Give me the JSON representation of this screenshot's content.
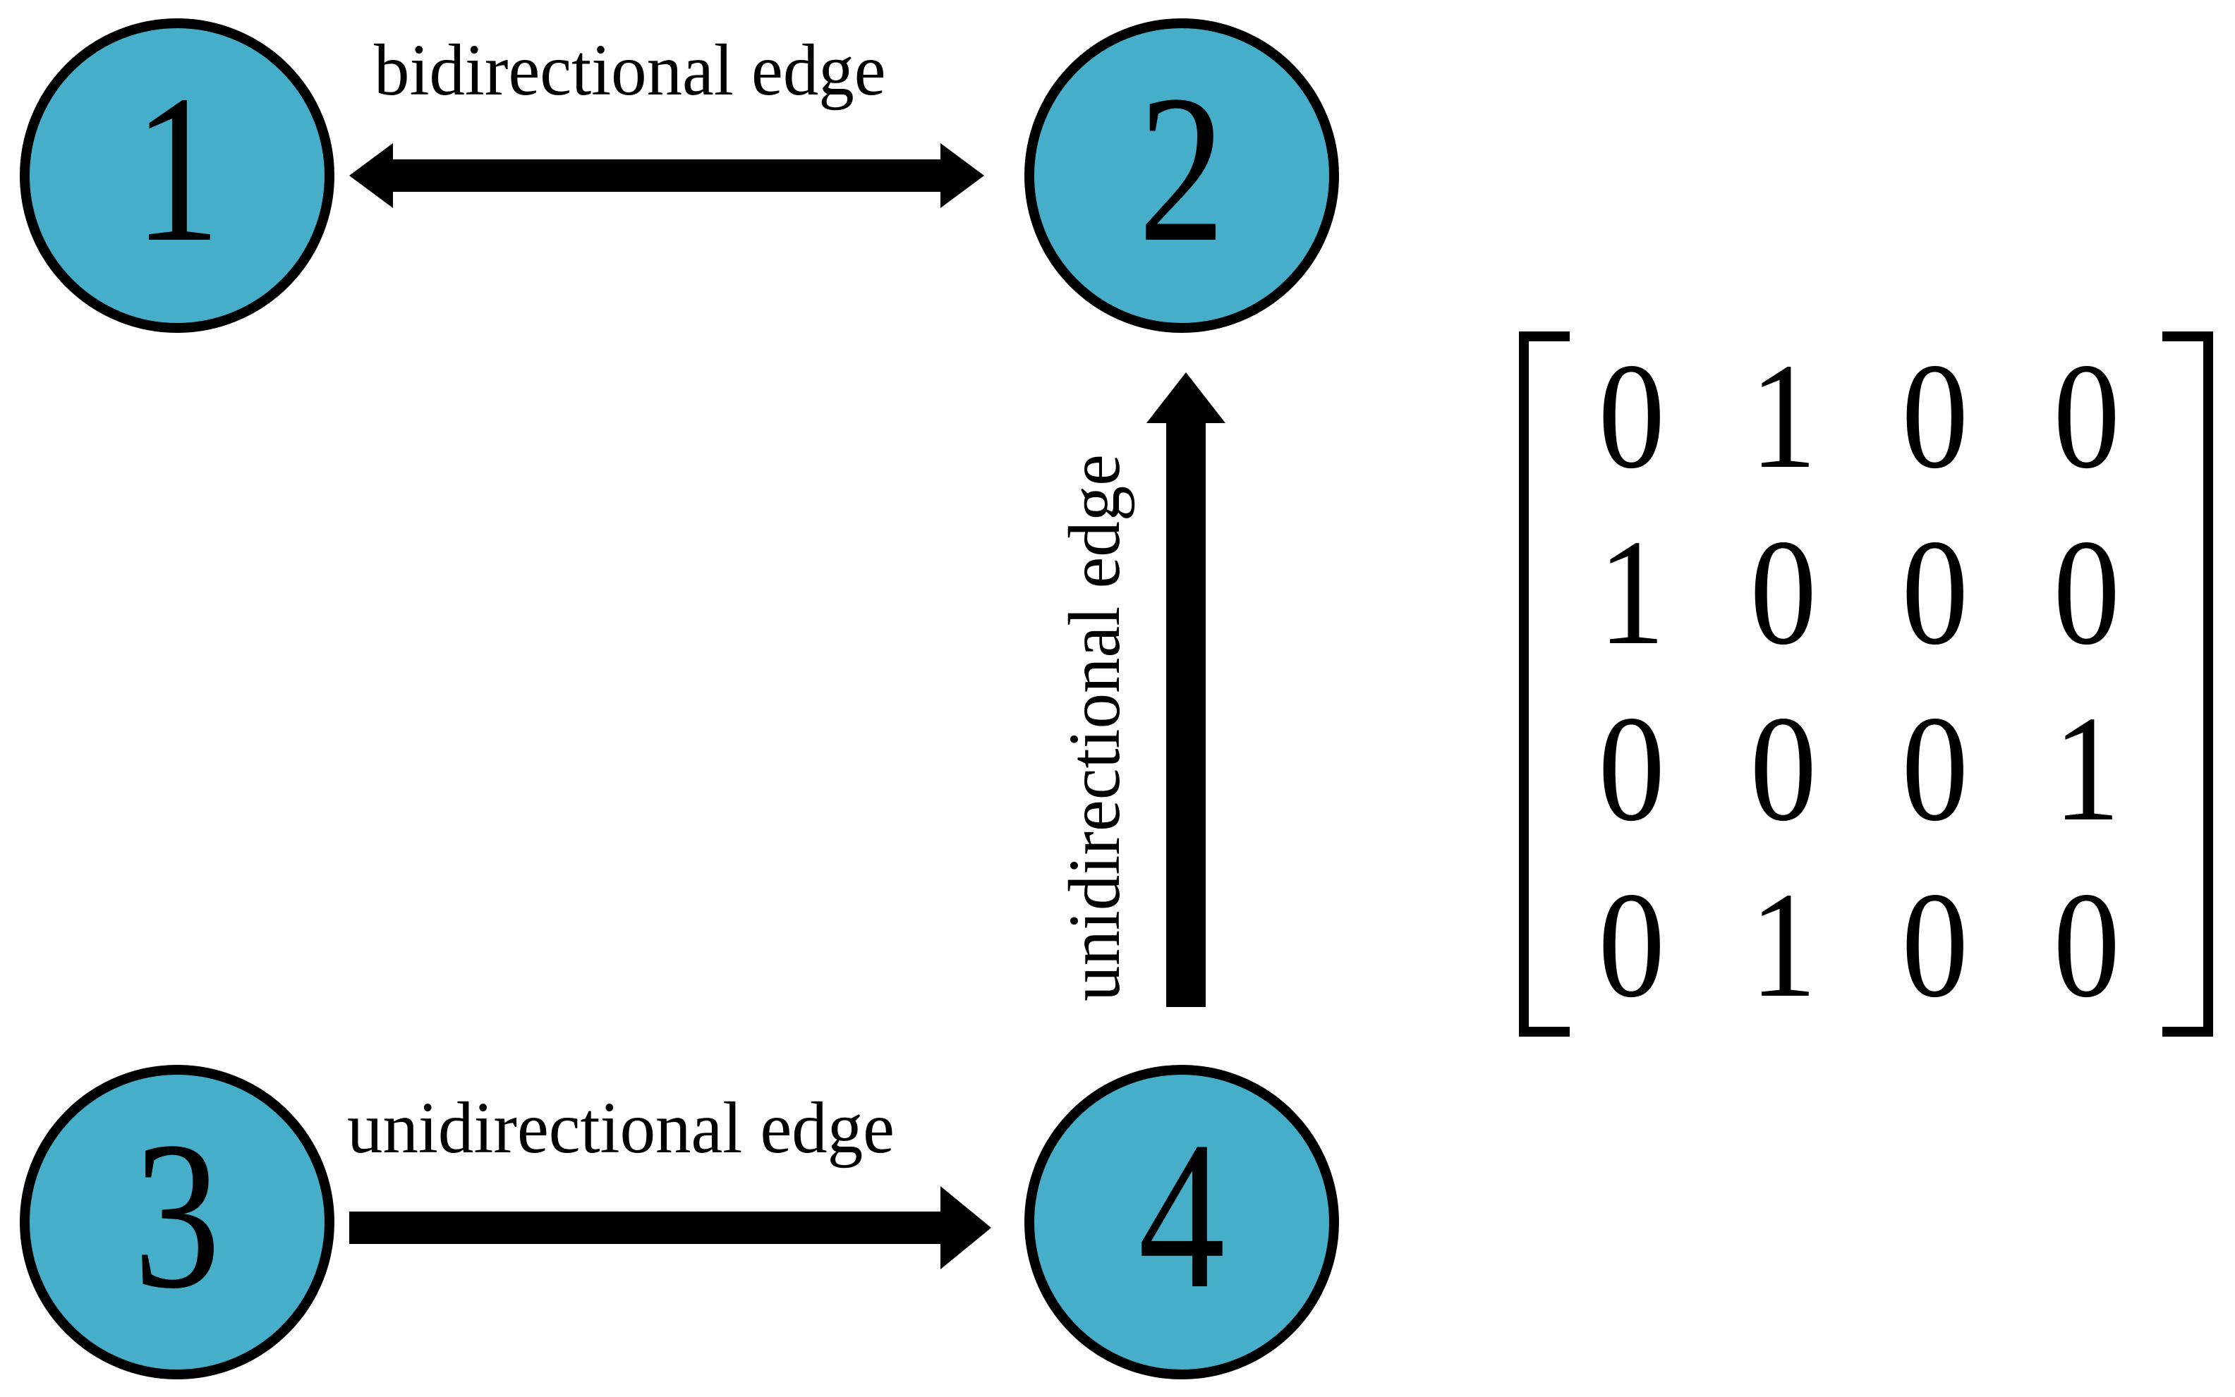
{
  "diagram": {
    "title_visible": false,
    "background_color": "#ffffff",
    "node_fill_color": "#46AEC8",
    "node_stroke_color": "#000000",
    "arrow_color": "#000000",
    "nodes": [
      {
        "id": "1",
        "label": "1"
      },
      {
        "id": "2",
        "label": "2"
      },
      {
        "id": "3",
        "label": "3"
      },
      {
        "id": "4",
        "label": "4"
      }
    ],
    "edges": [
      {
        "from": "1",
        "to": "2",
        "kind": "bidirectional",
        "label": "bidirectional edge",
        "orientation": "horizontal"
      },
      {
        "from": "4",
        "to": "2",
        "kind": "unidirectional",
        "label": "unidirectional edge",
        "orientation": "vertical"
      },
      {
        "from": "3",
        "to": "4",
        "kind": "unidirectional",
        "label": "unidirectional edge",
        "orientation": "horizontal"
      }
    ]
  },
  "matrix": {
    "name": "adjacency-matrix",
    "rows": 4,
    "cols": 4,
    "values": [
      [
        "0",
        "1",
        "0",
        "0"
      ],
      [
        "1",
        "0",
        "0",
        "0"
      ],
      [
        "0",
        "0",
        "0",
        "1"
      ],
      [
        "0",
        "1",
        "0",
        "0"
      ]
    ],
    "flat": [
      "0",
      "1",
      "0",
      "0",
      "1",
      "0",
      "0",
      "0",
      "0",
      "0",
      "0",
      "1",
      "0",
      "1",
      "0",
      "0"
    ],
    "bracket_style": "square"
  }
}
